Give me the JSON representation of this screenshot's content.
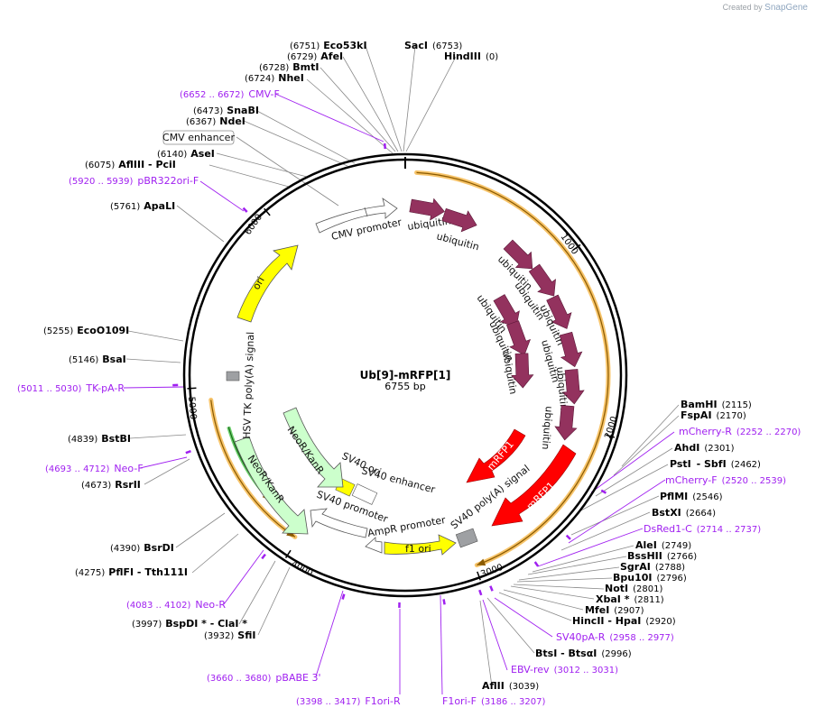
{
  "credit": {
    "prefix": "Created by",
    "brand": "SnapGene"
  },
  "plasmid": {
    "name": "Ub[9]-mRFP[1]",
    "size": "6755 bp",
    "length": 6755
  },
  "ticks": [
    "1000",
    "2000",
    "3000",
    "4000",
    "5000",
    "6000"
  ],
  "features": [
    {
      "label": "CMV enhancer",
      "color": "#ffffff"
    },
    {
      "label": "CMV promoter",
      "color": "#ffffff"
    },
    {
      "label": "ubiquitin",
      "color": "#93325e"
    },
    {
      "label": "mRFP1",
      "color": "#ff0000"
    },
    {
      "label": "SV40 poly(A) signal",
      "color": "#9ea0a3"
    },
    {
      "label": "f1 ori",
      "color": "#ffff00"
    },
    {
      "label": "AmpR promoter",
      "color": "#ffffff"
    },
    {
      "label": "SV40 promoter",
      "color": "#ffffff"
    },
    {
      "label": "SV40 ori",
      "color": "#ffff00"
    },
    {
      "label": "SV40 enhancer",
      "color": "#ffffff"
    },
    {
      "label": "NeoR/KanR",
      "color": "#ccffcc"
    },
    {
      "label": "HSV TK poly(A) signal",
      "color": "#9ea0a3"
    },
    {
      "label": "ori",
      "color": "#ffff00"
    }
  ],
  "enzymes": [
    {
      "pos": "(6751)",
      "name": "Eco53kI"
    },
    {
      "pos": "(6753)",
      "name": "SacI"
    },
    {
      "pos": "(6729)",
      "name": "AfeI"
    },
    {
      "pos": "(0)",
      "name": "HindIII"
    },
    {
      "pos": "(6728)",
      "name": "BmtI"
    },
    {
      "pos": "(6724)",
      "name": "NheI"
    },
    {
      "pos": "(6473)",
      "name": "SnaBI"
    },
    {
      "pos": "(6367)",
      "name": "NdeI"
    },
    {
      "pos": "(6140)",
      "name": "AseI"
    },
    {
      "pos": "(6075)",
      "name": "AflIII",
      "suffix": " - PciI"
    },
    {
      "pos": "(5761)",
      "name": "ApaLI"
    },
    {
      "pos": "(5255)",
      "name": "EcoO109I"
    },
    {
      "pos": "(5146)",
      "name": "BsaI"
    },
    {
      "pos": "(4839)",
      "name": "BstBI"
    },
    {
      "pos": "(4673)",
      "name": "RsrII"
    },
    {
      "pos": "(4390)",
      "name": "BsrDI"
    },
    {
      "pos": "(4275)",
      "name": "PflFI",
      "suffix": " - Tth111I"
    },
    {
      "pos": "(3997)",
      "name": "BspDI *",
      "suffix": " - ClaI *"
    },
    {
      "pos": "(3932)",
      "name": "SfiI"
    },
    {
      "pos": "(2115)",
      "name": "BamHI"
    },
    {
      "pos": "(2170)",
      "name": "FspAI"
    },
    {
      "pos": "(2301)",
      "name": "AhdI"
    },
    {
      "pos": "(2462)",
      "name": "PstI",
      "suffix": " - SbfI"
    },
    {
      "pos": "(2546)",
      "name": "PflMI"
    },
    {
      "pos": "(2664)",
      "name": "BstXI"
    },
    {
      "pos": "(2749)",
      "name": "AleI"
    },
    {
      "pos": "(2766)",
      "name": "BssHII"
    },
    {
      "pos": "(2788)",
      "name": "SgrAI"
    },
    {
      "pos": "(2796)",
      "name": "Bpu10I"
    },
    {
      "pos": "(2801)",
      "name": "NotI"
    },
    {
      "pos": "(2811)",
      "name": "XbaI *"
    },
    {
      "pos": "(2907)",
      "name": "MfeI"
    },
    {
      "pos": "(2920)",
      "name": "HincII",
      "suffix": " - HpaI"
    },
    {
      "pos": "(2996)",
      "name": "BtsI",
      "suffix": " - BtsαI"
    },
    {
      "pos": "(3039)",
      "name": "AflII"
    }
  ],
  "primers": [
    {
      "range": "(6652 .. 6672)",
      "name": "CMV-F"
    },
    {
      "range": "(5920 .. 5939)",
      "name": "pBR322ori-F"
    },
    {
      "range": "(5011 .. 5030)",
      "name": "TK-pA-R"
    },
    {
      "range": "(4693 .. 4712)",
      "name": "Neo-F"
    },
    {
      "range": "(4083 .. 4102)",
      "name": "Neo-R"
    },
    {
      "range": "(3660 .. 3680)",
      "name": "pBABE 3'"
    },
    {
      "range": "(3398 .. 3417)",
      "name": "F1ori-R"
    },
    {
      "range": "(3186 .. 3207)",
      "name": "F1ori-F"
    },
    {
      "range": "(2252 .. 2270)",
      "name": "mCherry-R"
    },
    {
      "range": "(2520 .. 2539)",
      "name": "mCherry-F"
    },
    {
      "range": "(2714 .. 2737)",
      "name": "DsRed1-C"
    },
    {
      "range": "(2958 .. 2977)",
      "name": "SV40pA-R"
    },
    {
      "range": "(3012 .. 3031)",
      "name": "EBV-rev"
    }
  ]
}
